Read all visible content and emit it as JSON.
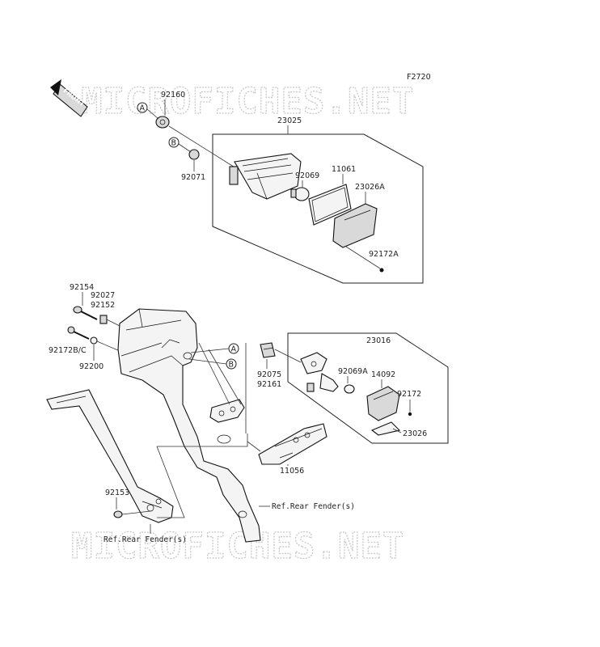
{
  "diagram": {
    "code": "F2720",
    "front_badge": "FRONT",
    "watermark": "MICROFICHES.NET",
    "markers": {
      "a": "A",
      "b": "B"
    },
    "parts": {
      "p92160": "92160",
      "p23025": "23025",
      "p92071": "92071",
      "p92069": "92069",
      "p11061": "11061",
      "p23026A": "23026A",
      "p92172A": "92172A",
      "p92154": "92154",
      "p92027": "92027",
      "p92152": "92152",
      "p92172BC": "92172B/C",
      "p92200": "92200",
      "p23016": "23016",
      "p92075": "92075",
      "p92161": "92161",
      "p92069A": "92069A",
      "p14092": "14092",
      "p92172": "92172",
      "p23026": "23026",
      "p11056": "11056",
      "p92153": "92153"
    },
    "refs": {
      "rear_fender_right": "Ref.Rear Fender(s)",
      "rear_fender_left": "Ref.Rear Fender(s)"
    },
    "colors": {
      "line": "#222222",
      "watermark": "#c9c9c9"
    }
  }
}
